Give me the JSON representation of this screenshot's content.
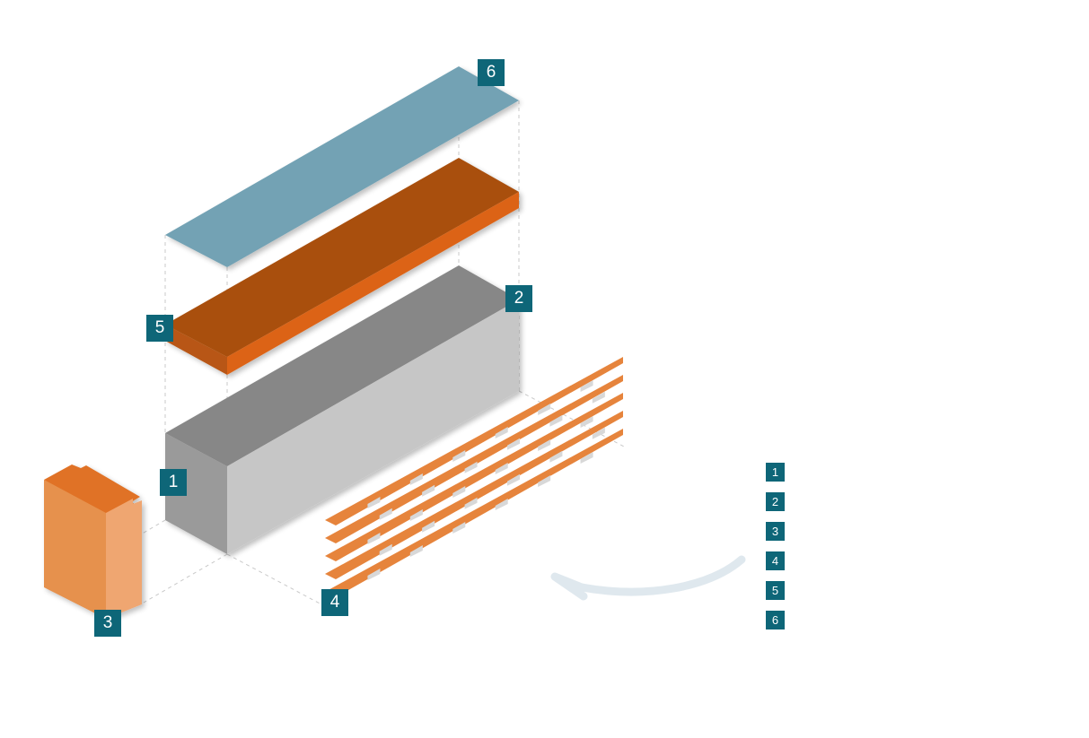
{
  "colors": {
    "badge": "#0e6678",
    "lid": "#6f9fb1",
    "lid_top": "#73a2b4",
    "rust_top": "#a9500e",
    "rust_front": "#dc6418",
    "concrete_top": "#878787",
    "concrete_front": "#c6c6c6",
    "concrete_left": "#9a9a9a",
    "brick_front": "#e6914d",
    "brick_side": "#efa671",
    "brick_top": "#e07226",
    "strips": "#e6843c",
    "arrow": "#dfe8ee"
  },
  "callouts": [
    {
      "id": "1",
      "text": "1",
      "target": "concrete-block"
    },
    {
      "id": "2",
      "text": "2",
      "target": "concrete-block-back-corner"
    },
    {
      "id": "3",
      "text": "3",
      "target": "brick"
    },
    {
      "id": "4",
      "text": "4",
      "target": "strip-layers"
    },
    {
      "id": "5",
      "text": "5",
      "target": "orange-slab"
    },
    {
      "id": "6",
      "text": "6",
      "target": "top-panel"
    }
  ],
  "legend": [
    {
      "number": "1",
      "label": ""
    },
    {
      "number": "2",
      "label": ""
    },
    {
      "number": "3",
      "label": ""
    },
    {
      "number": "4",
      "label": ""
    },
    {
      "number": "5",
      "label": ""
    },
    {
      "number": "6",
      "label": ""
    }
  ],
  "icons": {
    "arrow": "curved-arrow-icon"
  }
}
